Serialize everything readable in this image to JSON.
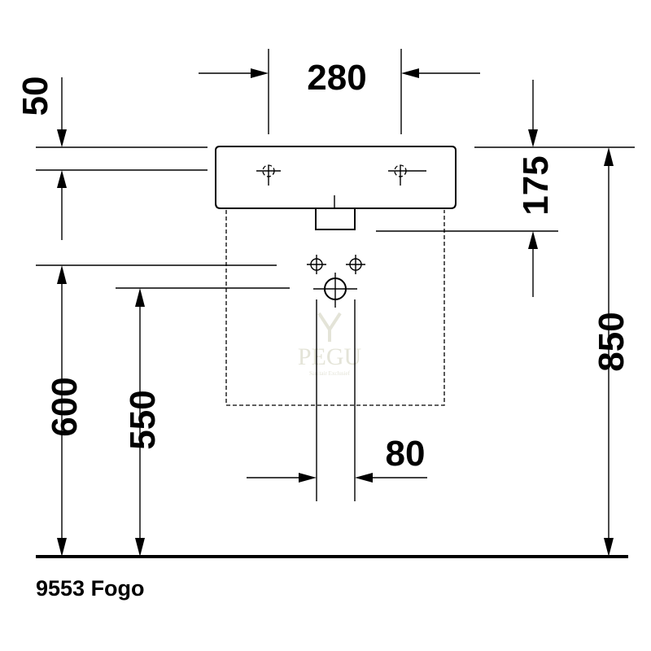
{
  "diagram": {
    "dimensions": {
      "width_280": "280",
      "rim_50": "50",
      "rim_to_waste_175": "175",
      "total_850": "850",
      "waste_height_600": "600",
      "supply_height_550": "550",
      "waste_width_80": "80"
    },
    "caption": "9553 Fogo",
    "watermark": {
      "logo": "PEGU",
      "subtitle": "Sanitair Exclusief"
    }
  },
  "colors": {
    "line": "#000000",
    "background": "#ffffff",
    "watermark": "#e4e4d8"
  }
}
